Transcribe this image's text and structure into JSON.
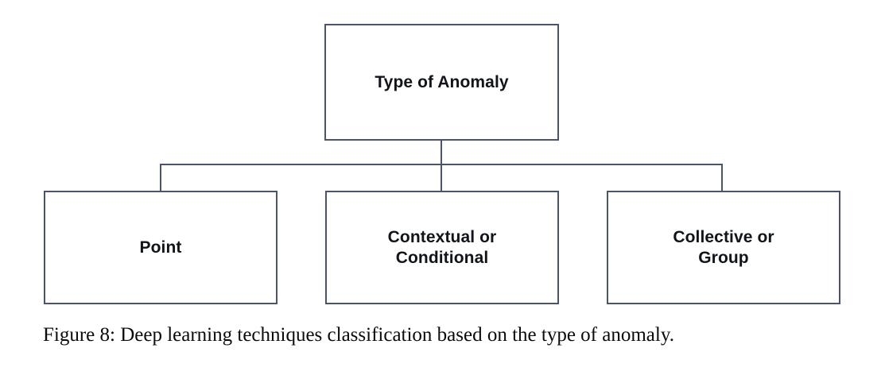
{
  "figure": {
    "caption": "Figure 8: Deep learning techniques classification based on the type of anomaly.",
    "background_color": "#ffffff",
    "box_border_color": "#4a5568",
    "box_fill_color": "#ffffff",
    "text_color": "#111418",
    "caption_color": "#0b0b0b"
  },
  "diagram": {
    "type": "hierarchy-tree",
    "root": {
      "label": "Type of Anomaly"
    },
    "children": [
      {
        "label": "Point"
      },
      {
        "label": "Contextual or\nConditional"
      },
      {
        "label": "Collective or\nGroup"
      }
    ]
  }
}
